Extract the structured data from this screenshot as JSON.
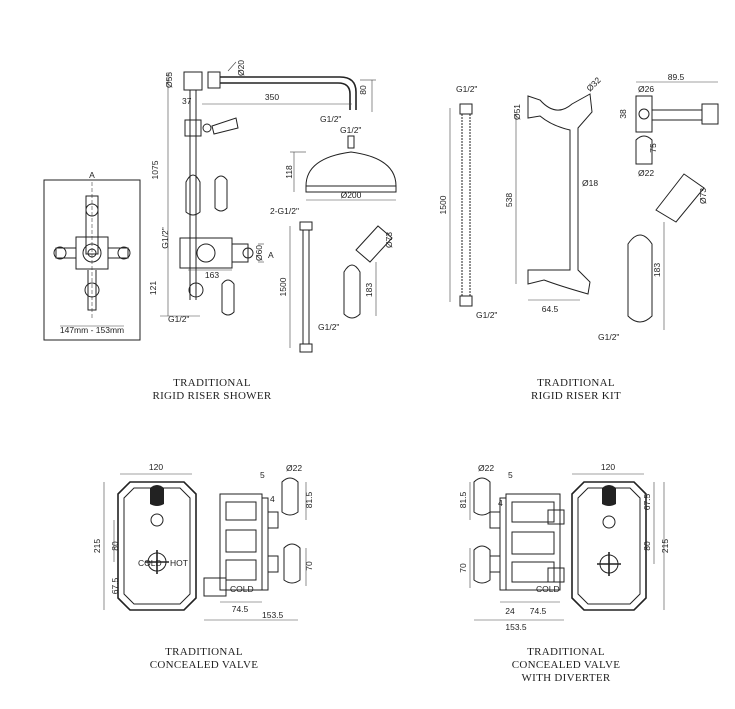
{
  "captions": {
    "rigid_shower": [
      "TRADITIONAL",
      "RIGID RISER SHOWER"
    ],
    "riser_kit": [
      "TRADITIONAL",
      "RIGID RISER KIT"
    ],
    "concealed_valve": [
      "TRADITIONAL",
      "CONCEALED VALVE"
    ],
    "concealed_diverter": [
      "TRADITIONAL",
      "CONCEALED VALVE",
      "WITH DIVERTER"
    ]
  },
  "shower": {
    "d55": "Ø55",
    "d20": "Ø20",
    "w350": "350",
    "h80": "80",
    "w37": "37",
    "h1075": "1075",
    "g_outlet": "G1/2\"",
    "g_top": "G1/2\"",
    "h118": "118",
    "d200": "Ø200",
    "g2": "2-G1/2\"",
    "h1500": "1500",
    "d73": "Ø73",
    "h183": "183",
    "g_hose": "G1/2\"",
    "g_left": "G1/2\"",
    "h121": "121",
    "w163": "163",
    "d60": "Ø60",
    "section_a": "A",
    "g_bottom": "G1/2\"",
    "front_a": "A",
    "span": "147mm - 153mm"
  },
  "kit": {
    "g_hose_top": "G1/2\"",
    "h1500": "1500",
    "g_hose_bottom": "G1/2\"",
    "d51": "Ø51",
    "d32": "Ø32",
    "h538": "538",
    "d18": "Ø18",
    "w64": "64.5",
    "w89": "89.5",
    "d26": "Ø26",
    "h38": "38",
    "h75": "75",
    "d22": "Ø22",
    "d73": "Ø73",
    "h183": "183",
    "g_handset": "G1/2\""
  },
  "valve": {
    "w120": "120",
    "h215": "215",
    "h80": "80",
    "h67": "67.5",
    "d22": "Ø22",
    "w5": "5",
    "w4": "4",
    "h81": "81.5",
    "h70": "70",
    "w74": "74.5",
    "w153": "153.5",
    "hot": "HOT",
    "cold": "COLD"
  },
  "diverter": {
    "d22": "Ø22",
    "w5": "5",
    "w4": "4",
    "h81": "81.5",
    "h70": "70",
    "w24": "24",
    "w74": "74.5",
    "w153": "153.5",
    "w120": "120",
    "h67": "67.5",
    "h80": "80",
    "h215": "215",
    "cold": "COLD"
  }
}
